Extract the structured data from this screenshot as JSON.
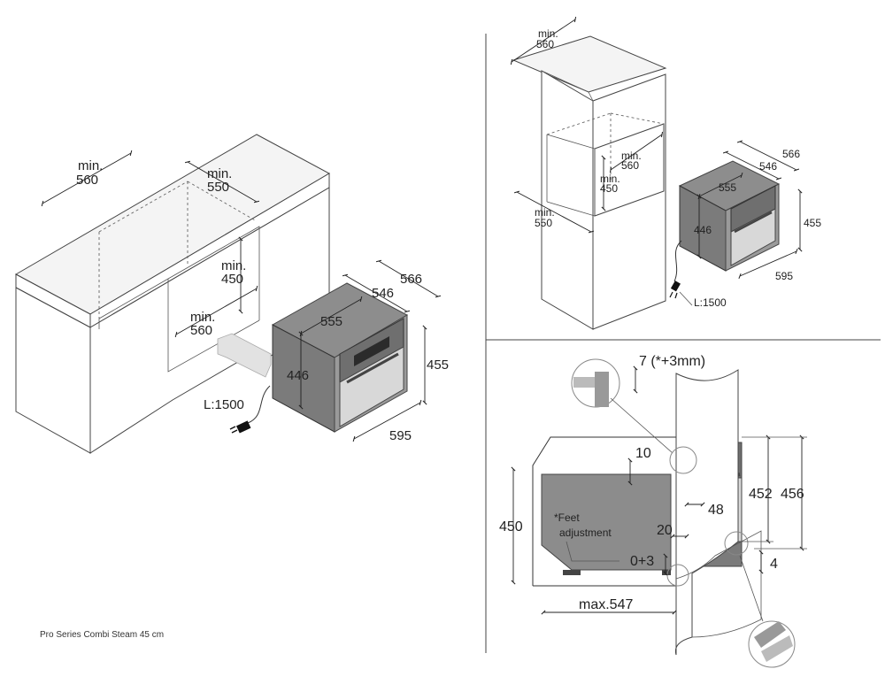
{
  "caption": "Pro Series Combi Steam 45 cm",
  "left_view": {
    "niche_depth": [
      "min.",
      "560"
    ],
    "niche_width": [
      "min.",
      "550"
    ],
    "niche_height": [
      "min.",
      "450"
    ],
    "niche_depth_inner": [
      "min.",
      "560"
    ],
    "oven_width": "566",
    "oven_body_width": "546",
    "oven_depth": "555",
    "oven_height_front": "446",
    "oven_height": "455",
    "oven_front_width": "595",
    "cable_length": "L:1500"
  },
  "top_right_view": {
    "niche_depth": [
      "min.",
      "560"
    ],
    "niche_inner_depth": [
      "min.",
      "560"
    ],
    "niche_height": [
      "min.",
      "450"
    ],
    "niche_width": [
      "min.",
      "550"
    ],
    "oven_width": "566",
    "oven_body_width": "546",
    "oven_depth": "555",
    "oven_height_front": "446",
    "oven_height": "455",
    "oven_front_width": "595",
    "cable_length": "L:1500"
  },
  "section_view": {
    "gap_note": "7 (*+3mm)",
    "top_gap": "10",
    "height_452": "452",
    "height_456": "456",
    "dim_48": "48",
    "dim_20": "20",
    "niche_height": "450",
    "feet_note_1": "*Feet",
    "feet_note_2": "adjustment",
    "feet_range": "0+3",
    "bottom_4": "4",
    "max_depth": "max.547"
  }
}
